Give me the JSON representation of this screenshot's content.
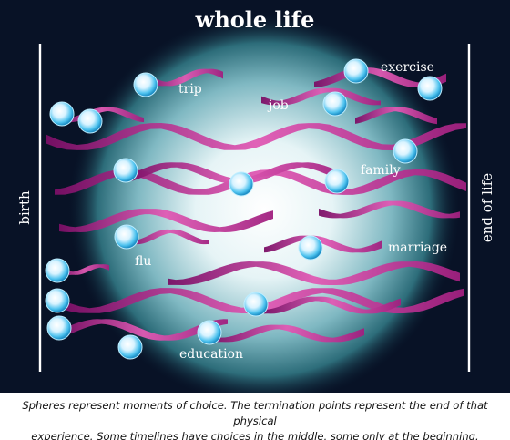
{
  "title": "whole life",
  "axis": {
    "start_label": "birth",
    "end_label": "end of life"
  },
  "labels": {
    "trip": "trip",
    "job": "job",
    "exercise": "exercise",
    "family": "family",
    "flu": "flu",
    "marriage": "marriage",
    "education": "education"
  },
  "caption": {
    "line1": "Spheres represent moments of choice. The termination points represent the end of that physical",
    "line2": "experience.  Some timelines have choices in the middle, some only at the beginning."
  },
  "colors": {
    "background_dark": "#081226",
    "glow_center": "#ffffff",
    "glow_edge": "#2f7a86",
    "ribbon_light": "#e05ab4",
    "ribbon_dark": "#8a1070",
    "sphere": "#4fc3ef",
    "text": "#ffffff"
  }
}
